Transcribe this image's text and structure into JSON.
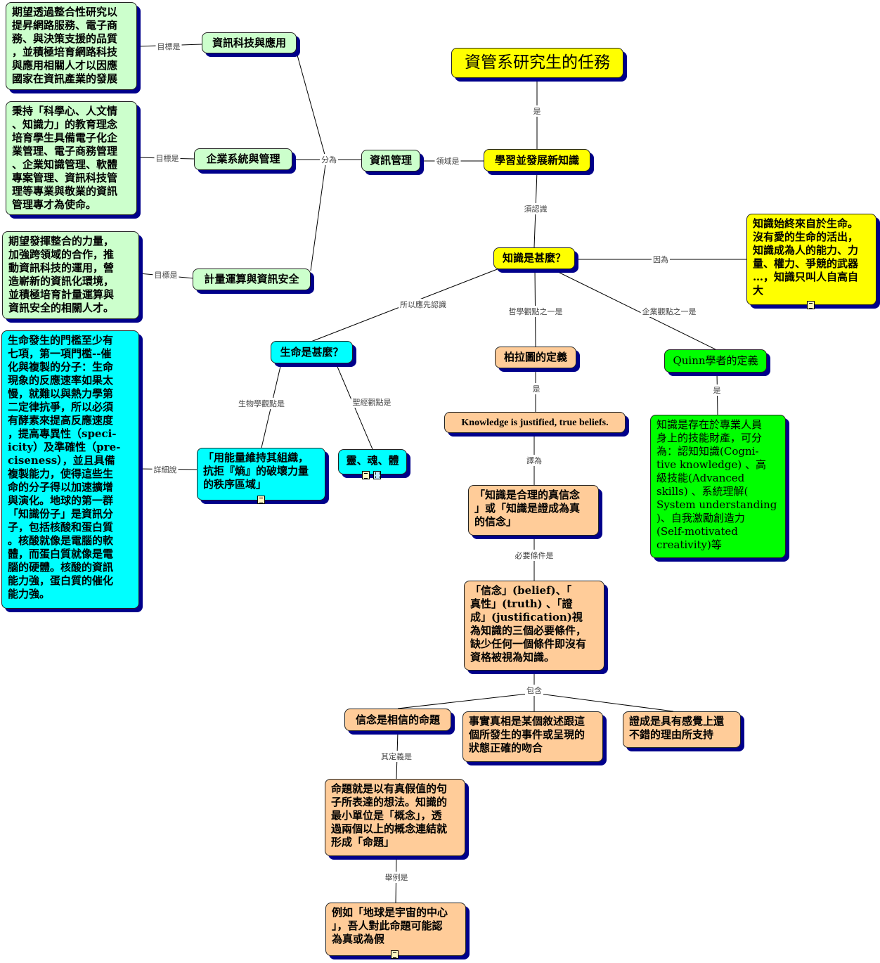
{
  "colors": {
    "yellow": "#ffff00",
    "green": "#ccffcc",
    "cyan": "#00ffff",
    "orange": "#ffcc99",
    "brightgreen": "#00ff00",
    "shadow": "#00008b"
  },
  "nodes": {
    "root": "資管系研究生的任務",
    "learn": "學習並發展新知識",
    "im": "資訊管理",
    "itapp": "資訊科技與應用",
    "ent": "企業系統與管理",
    "calc": "計量運算與資訊安全",
    "g1": "期望透過整合性研究以\n提昇網路服務、電子商\n務、與決策支援的品質\n，並積極培育網路科技\n與應用相關人才以因應\n國家在資訊產業的發展",
    "g2": "秉持「科學心、人文情\n、知識力」的教育理念\n培育學生具備電子化企\n業管理、電子商務管理\n、企業知識管理、軟體\n專案管理、資訊科技管\n理等專業與敬業的資訊\n管理專才為使命。",
    "g3": "期望發揮整合的力量，\n加強跨領域的合作，推\n動資訊科技的運用，營\n造嶄新的資訊化環境，\n並積極培育計量運算與\n資訊安全的相關人才。",
    "what": "知識是甚麼？",
    "because": "知識始終來自於生命。\n沒有愛的生命的活出，\n知識成為人的能力、力\n量、權力、爭競的武器\n…，知識只叫人自高自\n大",
    "life": "生命是甚麼？",
    "plato": "柏拉圖的定義",
    "quinn": "Quinn學者的定義",
    "energy": "「用能量維持其組織，\n抗拒『熵』的破壞力量\n的秩序區域」",
    "soul": "靈、魂、體",
    "lifebox": "生命發生的門檻至少有\n七項，第一項門檻--催\n化與複製的分子：生命\n現象的反應速率如果太\n慢，就難以與熱力學第\n二定律抗爭，所以必須\n有酵素來提高反應速度\n，提高專異性（speci-\nicity）及準確性（pre-\nciseness），並且具備\n複製能力，使得這些生\n命的分子得以加速擴增\n與演化。地球的第一群\n「知識份子」是資訊分\n子，包括核酸和蛋白質\n。核酸就像是電腦的軟\n體，而蛋白質就像是電\n腦的硬體。核酸的資訊\n能力強，蛋白質的催化\n能力強。",
    "kjtb": "Knowledge is justified, true beliefs.",
    "trans": "「知識是合理的真信念\n」或「知識是證成為真\n的信念」",
    "cond": "「信念」(belief)、「\n真性」(truth) 、「證\n成」(justification)視\n為知識的三個必要條件，\n缺少任何一個條件即沒有\n資格被視為知識。",
    "belief": "信念是相信的命題",
    "fact": "事實真相是某個敘述跟這\n個所發生的事件或呈現的\n狀態正確的吻合",
    "justi": "證成是具有感覺上還\n不錯的理由所支持",
    "prop": "命題就是以有真假值的句\n子所表達的想法。知識的\n最小單位是「概念」，透\n過兩個以上的概念連結就\n形成「命題」",
    "example": "例如「地球是宇宙的中心\n」，吾人對此命題可能認\n為真或為假",
    "quinndef": "知識是存在於專業人員\n身上的技能財產，可分\n為：認知知識(Cogni-\ntive knowledge) 、高\n級技能(Advanced\n skills) 、系統理解(\nSystem understanding\n)、自我激勵創造力\n(Self-motivated\ncreativity)等"
  },
  "labels": {
    "is": "是",
    "domain": "領域是",
    "divide": "分為",
    "goal1": "目標是",
    "goal2": "目標是",
    "goal3": "目標是",
    "must": "須認識",
    "because": "因為",
    "first": "所以應先認識",
    "philo": "哲學觀點之一是",
    "entview": "企業觀點之一是",
    "bio": "生物學觀點是",
    "bible": "聖經觀點是",
    "detail": "詳細說",
    "is2": "是",
    "is3": "是",
    "transl": "譯為",
    "need": "必要條件是",
    "include": "包含",
    "def": "其定義是",
    "eg": "舉例是"
  }
}
